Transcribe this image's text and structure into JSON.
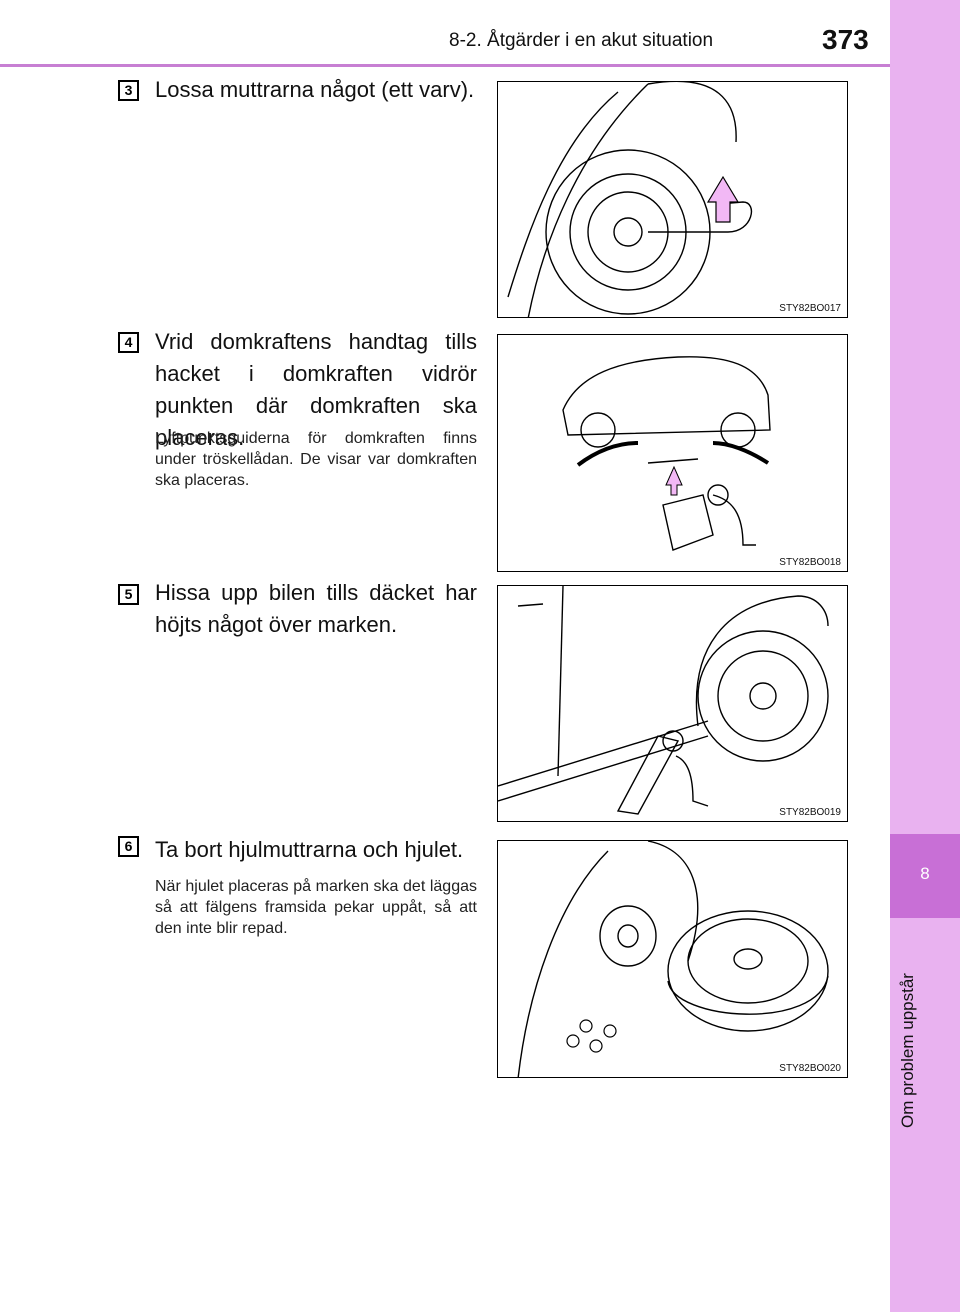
{
  "header": {
    "title": "8-2. Åtgärder i en akut situation",
    "page_number": "373"
  },
  "sidebar": {
    "chapter_number": "8",
    "chapter_title": "Om problem uppstår"
  },
  "steps": [
    {
      "number": "3",
      "heading": "Lossa muttrarna något (ett varv).",
      "note": "",
      "figure_code": "STY82BO017"
    },
    {
      "number": "4",
      "heading": "Vrid domkraftens handtag tills hacket i domkraften vidrör punkten där domkraften ska placeras.",
      "note": "Lyftpunktsguiderna för domkraften finns under tröskellådan. De visar var domkraften ska placeras.",
      "figure_code": "STY82BO018"
    },
    {
      "number": "5",
      "heading": "Hissa upp bilen tills däcket har höjts något över marken.",
      "note": "",
      "figure_code": "STY82BO019"
    },
    {
      "number": "6",
      "heading": "Ta bort hjulmuttrarna och hjulet.",
      "note": "När hjulet placeras på marken ska det läggas så att fälgens framsida pekar uppåt, så att den inte blir repad.",
      "figure_code": "STY82BO020"
    }
  ],
  "colors": {
    "accent": "#c86fd6",
    "sidebar": "#e9b2f0",
    "arrow": "#f2b8f5"
  }
}
